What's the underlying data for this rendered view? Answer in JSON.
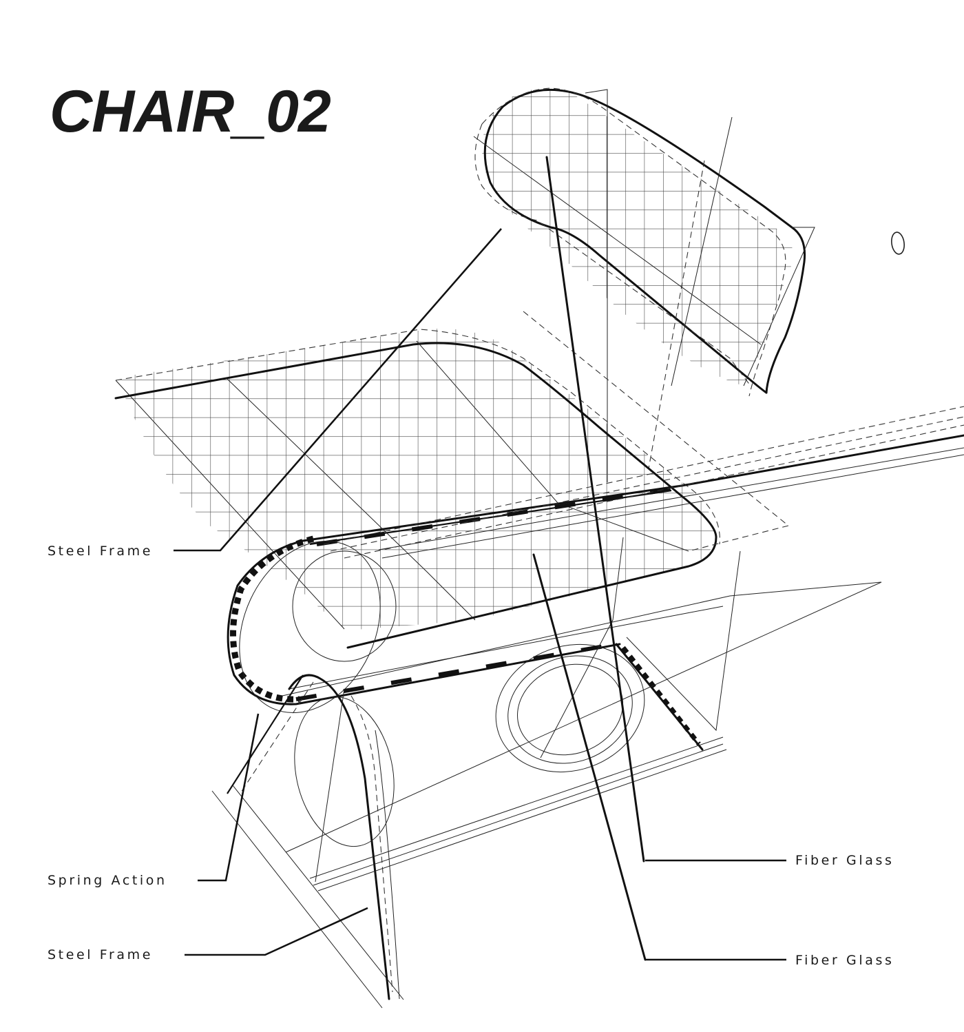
{
  "title": "CHAIR_02",
  "callouts": [
    {
      "id": "steel-frame-upper",
      "label": "Steel Frame",
      "side": "left"
    },
    {
      "id": "spring-action",
      "label": "Spring Action",
      "side": "left"
    },
    {
      "id": "steel-frame-lower",
      "label": "Steel Frame",
      "side": "left"
    },
    {
      "id": "fiber-glass-upper",
      "label": "Fiber Glass",
      "side": "right"
    },
    {
      "id": "fiber-glass-lower",
      "label": "Fiber Glass",
      "side": "right"
    }
  ],
  "drawing": {
    "subject": "chair-line-drawing",
    "parts": [
      "backrest-grid-panel",
      "seat-grid-panel",
      "tubular-steel-frame",
      "spring-loop",
      "legs"
    ],
    "colors": {
      "ink": "#111111",
      "grid": "#444444",
      "background": "#ffffff"
    }
  }
}
